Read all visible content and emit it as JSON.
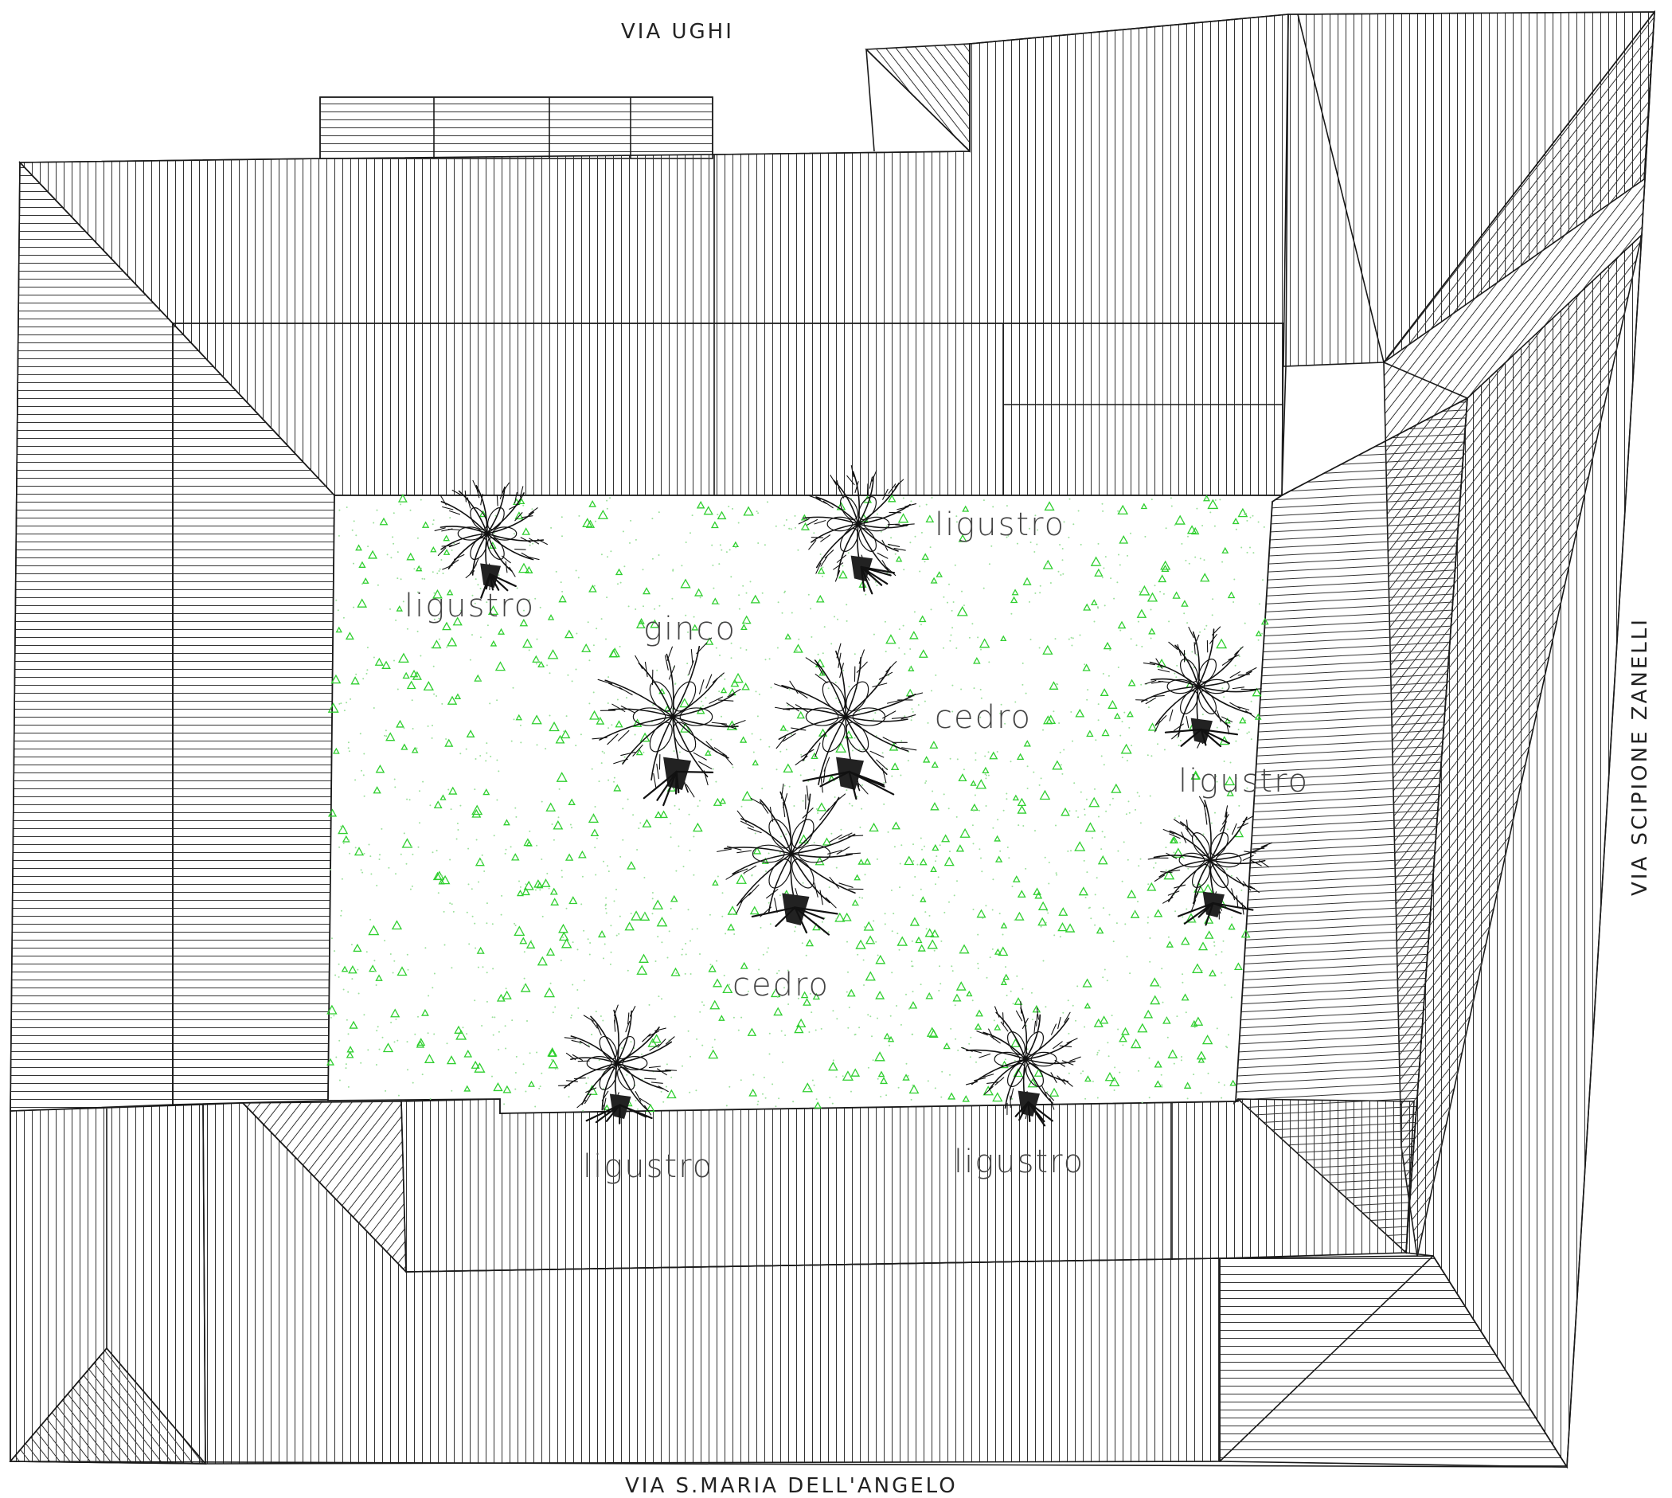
{
  "streets": {
    "north": "VIA UGHI",
    "south": "VIA S.MARIA DELL'ANGELO",
    "east": "VIA SCIPIONE ZANELLI"
  },
  "trees": [
    {
      "id": "ligustro-nw",
      "label": "ligustro",
      "species": "ligustro"
    },
    {
      "id": "ligustro-n",
      "label": "ligustro",
      "species": "ligustro"
    },
    {
      "id": "ginco",
      "label": "ginco",
      "species": "ginco"
    },
    {
      "id": "cedro-c",
      "label": "cedro",
      "species": "cedro"
    },
    {
      "id": "cedro-s",
      "label": "cedro",
      "species": "cedro"
    },
    {
      "id": "ligustro-e",
      "label": "ligustro",
      "species": "ligustro"
    },
    {
      "id": "ligustro-sw",
      "label": "ligustro",
      "species": "ligustro"
    },
    {
      "id": "ligustro-se",
      "label": "ligustro",
      "species": "ligustro"
    }
  ],
  "colors": {
    "lawn_marks": "#2fcf2f",
    "lines": "#1a1a1a",
    "background": "#ffffff"
  }
}
